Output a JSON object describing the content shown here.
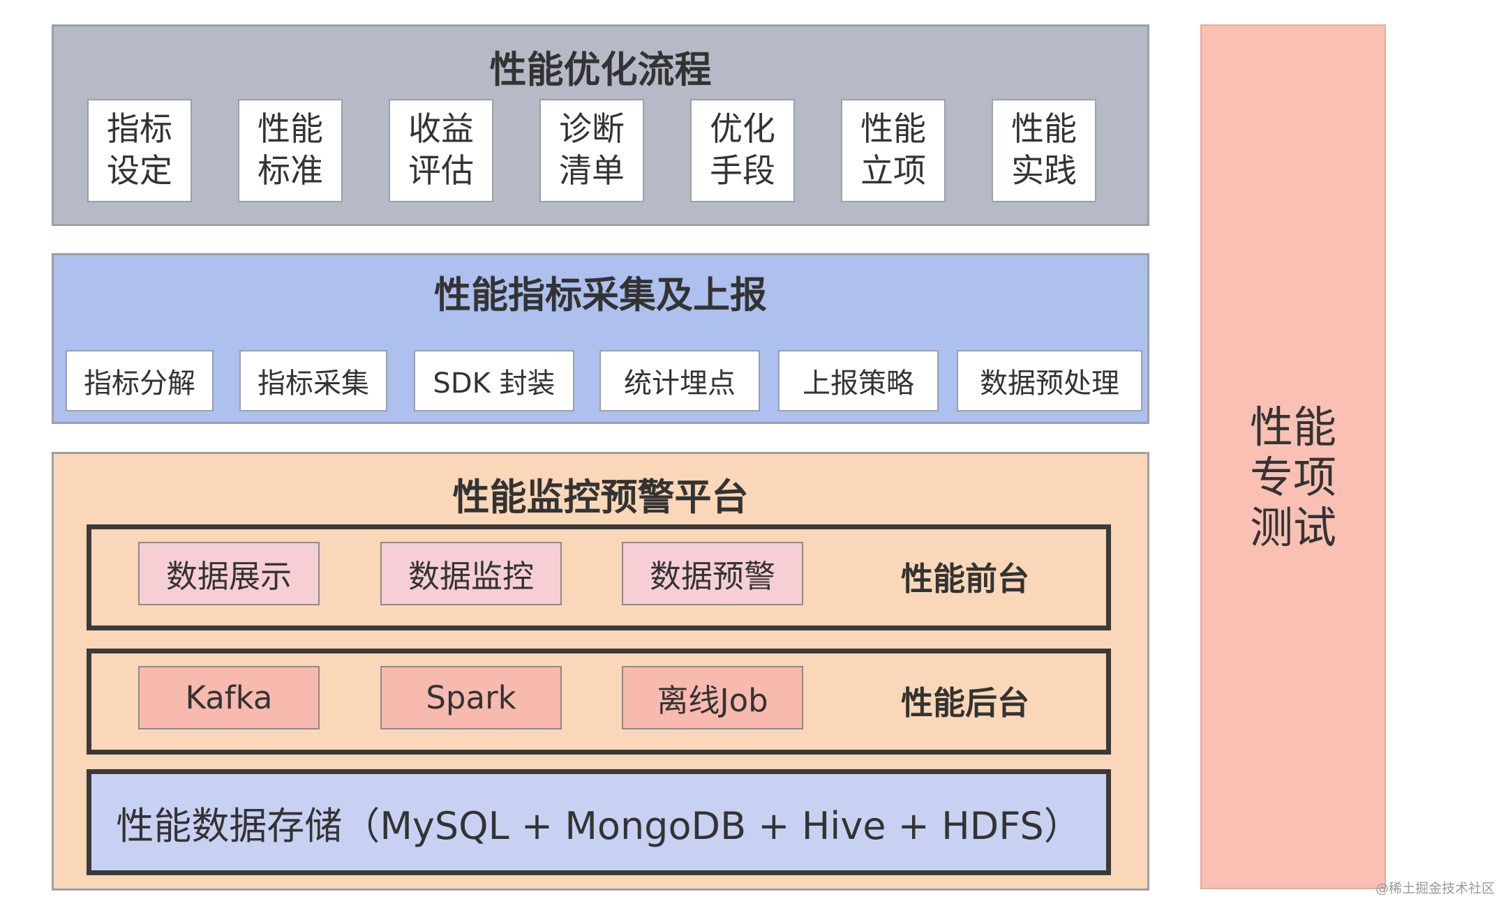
{
  "optimization": {
    "title": "性能优化流程",
    "items": [
      {
        "line1": "指标",
        "line2": "设定"
      },
      {
        "line1": "性能",
        "line2": "标准"
      },
      {
        "line1": "收益",
        "line2": "评估"
      },
      {
        "line1": "诊断",
        "line2": "清单"
      },
      {
        "line1": "优化",
        "line2": "手段"
      },
      {
        "line1": "性能",
        "line2": "立项"
      },
      {
        "line1": "性能",
        "line2": "实践"
      }
    ]
  },
  "collection": {
    "title": "性能指标采集及上报",
    "items": [
      "指标分解",
      "指标采集",
      "SDK 封装",
      "统计埋点",
      "上报策略",
      "数据预处理"
    ]
  },
  "monitoring": {
    "title": "性能监控预警平台",
    "frontend": {
      "label": "性能前台",
      "items": [
        "数据展示",
        "数据监控",
        "数据预警"
      ]
    },
    "backend": {
      "label": "性能后台",
      "items": [
        "Kafka",
        "Spark",
        "离线Job"
      ]
    },
    "storage": "性能数据存储（MySQL + MongoDB + Hive + HDFS）"
  },
  "special_test": {
    "line1": "性能",
    "line2": "专项",
    "line3": "测试"
  },
  "watermark": "@稀土掘金技术社区",
  "colors": {
    "optimization_bg": "#b5bac6",
    "collection_bg": "#adc0ee",
    "monitoring_bg": "#fad7b8",
    "frontend_box": "#f6cfd5",
    "backend_box": "#f8b9ae",
    "storage_bg": "#c9d1f3",
    "special_test_bg": "#f9c0b3"
  }
}
